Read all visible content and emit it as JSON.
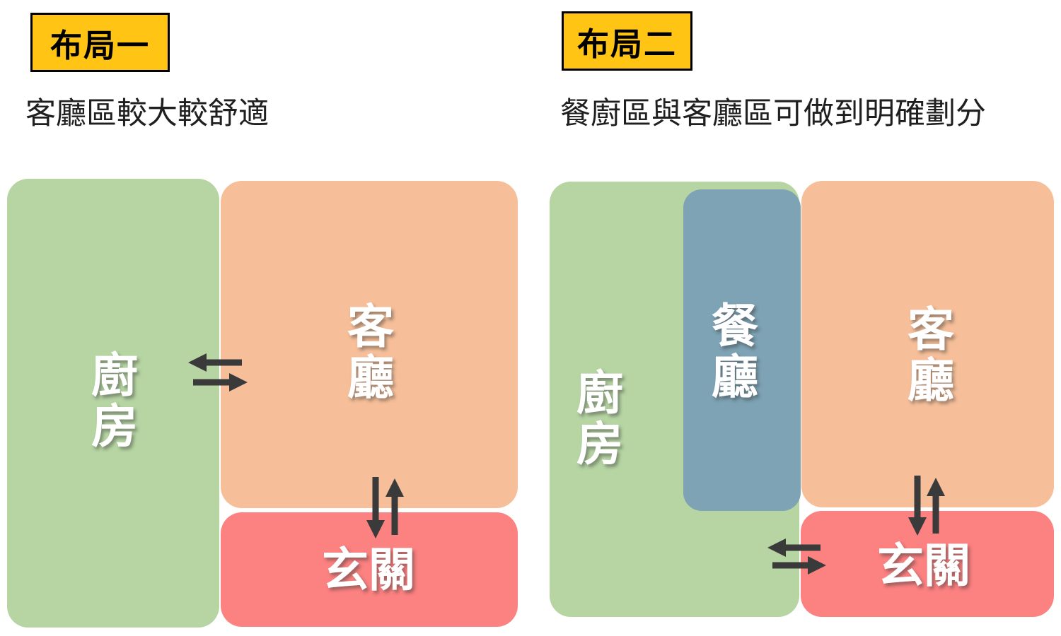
{
  "panels": [
    {
      "badge": "布局一",
      "subtitle": "客廳區較大較舒適",
      "rooms": {
        "kitchen": "廚房",
        "living": "客廳",
        "foyer": "玄關"
      },
      "flows": [
        "廚房 ⇄ 客廳",
        "客廳 ⇄ 玄關"
      ]
    },
    {
      "badge": "布局二",
      "subtitle": "餐廚區與客廳區可做到明確劃分",
      "rooms": {
        "kitchen": "廚房",
        "dining": "餐廳",
        "living": "客廳",
        "foyer": "玄關"
      },
      "flows": [
        "客廳 ⇄ 玄關",
        "廚房 ⇄ 玄關"
      ]
    }
  ],
  "colors": {
    "background": "#ffffff",
    "badge_bg": "#ffc414",
    "badge_border": "#000000",
    "kitchen_green": "#b6d5a3",
    "living_orange": "#f6bf99",
    "dining_blue": "#7da3b4",
    "foyer_red": "#fc8181",
    "arrow_dark": "#3a3a3a",
    "room_label_text": "#ffffff",
    "heading_text": "#000000",
    "subtitle_text": "#1f1f1f"
  }
}
